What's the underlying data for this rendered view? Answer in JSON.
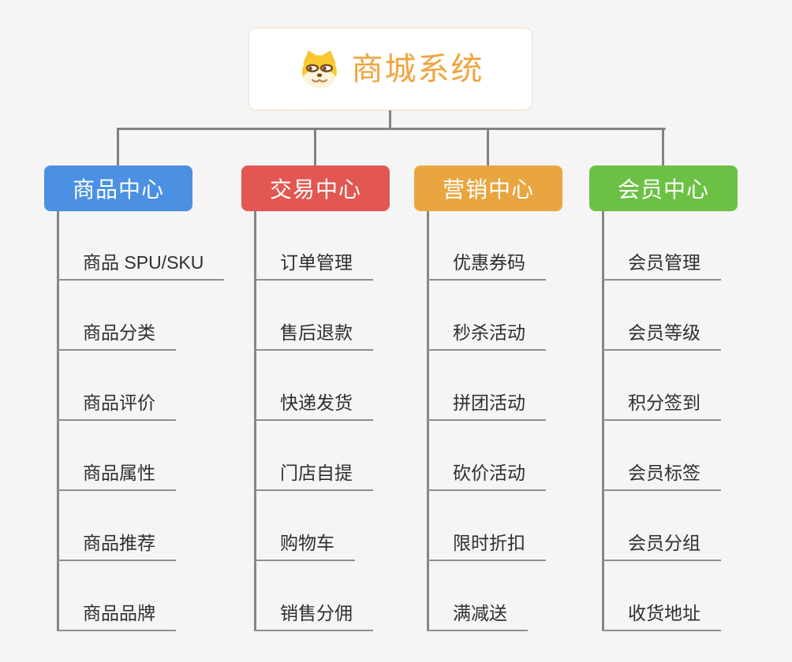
{
  "page": {
    "background": "#f5f5f6",
    "connector_color": "#828282",
    "underline_color": "#8f8f8f"
  },
  "root": {
    "title": "商城系统",
    "icon": "dog-face-icon",
    "title_color": "#f0a43c",
    "border_color": "#f0c27e"
  },
  "branches": [
    {
      "id": "product-center",
      "label": "商品中心",
      "color": "#4b90e2",
      "items": [
        "商品 SPU/SKU",
        "商品分类",
        "商品评价",
        "商品属性",
        "商品推荐",
        "商品品牌"
      ]
    },
    {
      "id": "trade-center",
      "label": "交易中心",
      "color": "#e25752",
      "items": [
        "订单管理",
        "售后退款",
        "快递发货",
        "门店自提",
        "购物车",
        "销售分佣"
      ]
    },
    {
      "id": "marketing-center",
      "label": "营销中心",
      "color": "#e9a640",
      "items": [
        "优惠券码",
        "秒杀活动",
        "拼团活动",
        "砍价活动",
        "限时折扣",
        "满减送"
      ]
    },
    {
      "id": "member-center",
      "label": "会员中心",
      "color": "#6cc145",
      "items": [
        "会员管理",
        "会员等级",
        "积分签到",
        "会员标签",
        "会员分组",
        "收货地址"
      ]
    }
  ]
}
